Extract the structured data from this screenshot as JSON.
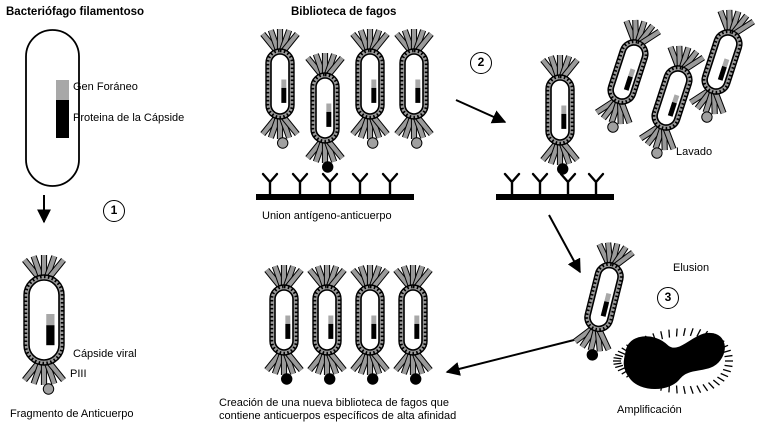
{
  "titles": {
    "left": "Bacteriófago filamentoso",
    "library": "Biblioteca de fagos"
  },
  "labels": {
    "foreign_gene": "Gen Foráneo",
    "capsid_protein": "Proteina de la Cápside",
    "viral_capsid": "Cápside viral",
    "piii": "PIII",
    "antibody_fragment": "Fragmento de Anticuerpo",
    "binding": "Union antígeno-anticuerpo",
    "washing": "Lavado",
    "elution": "Elusion",
    "amplification": "Amplificación",
    "new_library_line1": "Creación de una nueva biblioteca de fagos que",
    "new_library_line2": "contiene anticuerpos específicos de alta afinidad"
  },
  "steps": [
    "1",
    "2",
    "3"
  ],
  "colors": {
    "ink": "#000000",
    "capsid_fill": "#9a9a9a",
    "gene_gray": "#a8a8a8",
    "bound_antibody": "#000000",
    "unbound_antibody": "#a0a0a0"
  }
}
